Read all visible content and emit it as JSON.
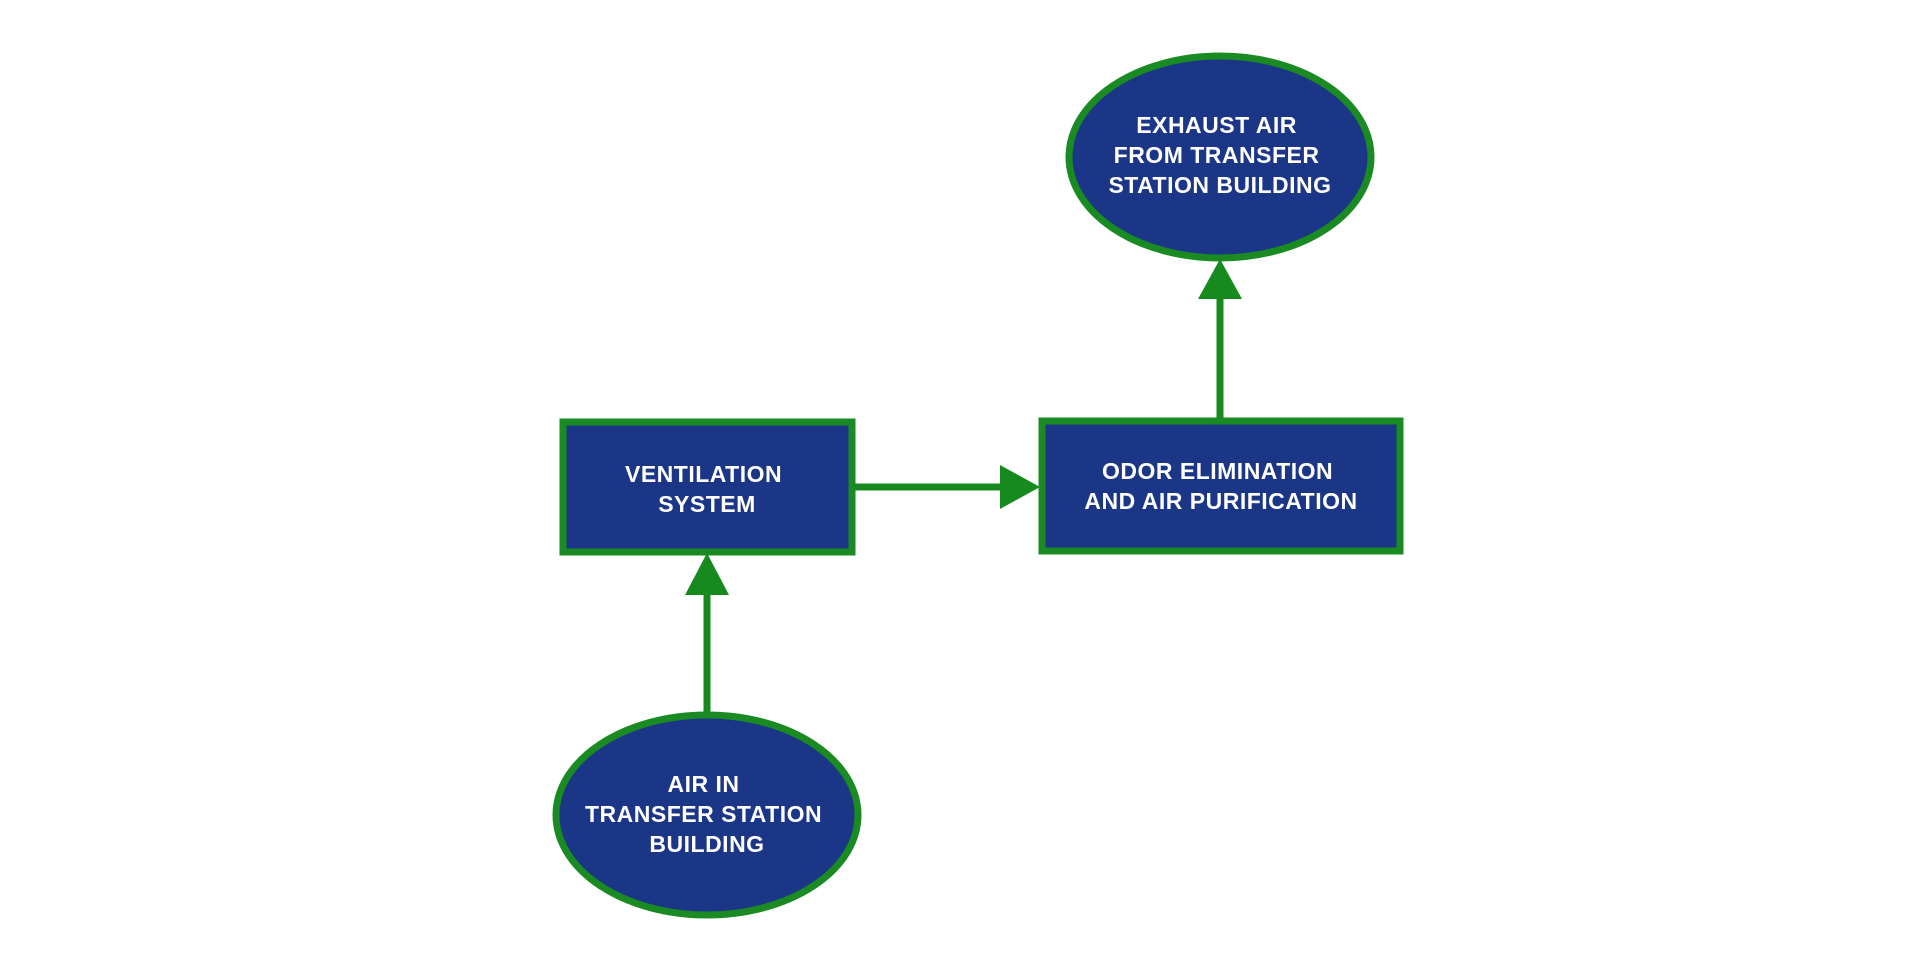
{
  "colors": {
    "node_fill": "#1b3687",
    "node_stroke": "#1a8a22",
    "arrow": "#168a1f",
    "background": "#ffffff"
  },
  "nodes": {
    "air_in": {
      "shape": "ellipse",
      "lines": [
        "AIR IN",
        "TRANSFER STATION",
        "BUILDING"
      ]
    },
    "ventilation": {
      "shape": "rectangle",
      "lines": [
        "VENTILATION",
        "SYSTEM"
      ]
    },
    "odor": {
      "shape": "rectangle",
      "lines": [
        "ODOR ELIMINATION",
        "AND AIR PURIFICATION"
      ]
    },
    "exhaust": {
      "shape": "ellipse",
      "lines": [
        "EXHAUST AIR",
        "FROM TRANSFER",
        "STATION BUILDING"
      ]
    }
  },
  "edges": [
    {
      "from": "air_in",
      "to": "ventilation"
    },
    {
      "from": "ventilation",
      "to": "odor"
    },
    {
      "from": "odor",
      "to": "exhaust"
    }
  ]
}
